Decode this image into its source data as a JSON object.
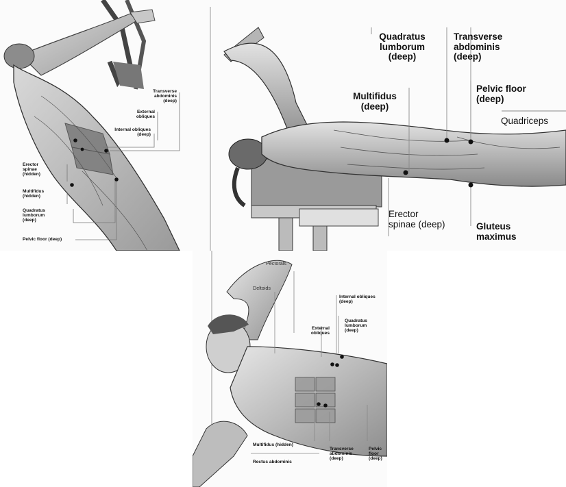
{
  "panel_left": {
    "labels": {
      "transverse_abdominis": "Transverse\nabdominis\n(deep)",
      "external_obliques": "External\nobliques",
      "internal_obliques": "Internal obliques\n(deep)",
      "erector_spinae": "Erector\nspinae\n(hidden)",
      "multifidus": "Multifidus\n(hidden)",
      "quadratus_lumborum": "Quadratus\nlumborum\n(deep)",
      "pelvic_floor": "Pelvic floor (deep)"
    }
  },
  "panel_right": {
    "labels": {
      "quadratus_lumborum": "Quadratus\nlumborum\n(deep)",
      "transverse_abdominis": "Transverse\nabdominis\n(deep)",
      "multifidus": "Multifidus\n(deep)",
      "pelvic_floor": "Pelvic floor\n(deep)",
      "quadriceps": "Quadriceps",
      "erector_spinae": "Erector\nspinae (deep)",
      "gluteus_maximus": "Gluteus\nmaximus"
    }
  },
  "panel_bottom": {
    "labels": {
      "pectorals": "Pectorals",
      "deltoids": "Deltoids",
      "internal_obliques": "Internal obliques\n(deep)",
      "external_obliques": "External\nobliques",
      "quadratus_lumborum": "Quadratus\nlumborum\n(deep)",
      "multifidus": "Multifidus (hidden)",
      "rectus_abdominis": "Rectus abdominis",
      "transverse_abdominis": "Transverse\nabdominis\n(deep)",
      "pelvic_floor": "Pelvic\nfloor\n(deep)"
    }
  }
}
